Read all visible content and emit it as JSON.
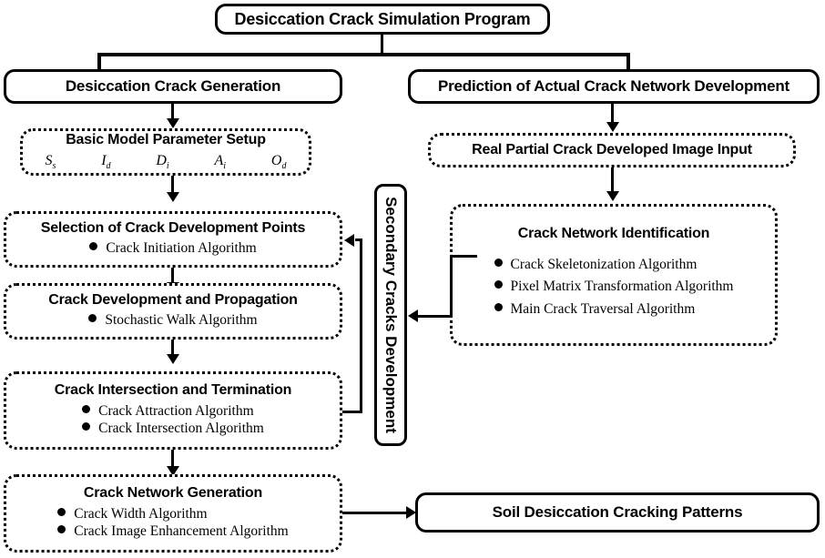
{
  "diagram": {
    "root": {
      "label": "Desiccation Crack Simulation Program"
    },
    "branches": {
      "left": {
        "label": "Desiccation Crack Generation"
      },
      "right": {
        "label": "Prediction of Actual Crack Network Development"
      }
    },
    "left_column": [
      {
        "id": "basic-model-parameter-setup",
        "heading": "Basic Model Parameter Setup",
        "params": [
          {
            "base": "S",
            "sub": "s"
          },
          {
            "base": "I",
            "sub": "d"
          },
          {
            "base": "D",
            "sub": "i"
          },
          {
            "base": "A",
            "sub": "i"
          },
          {
            "base": "O",
            "sub": "d"
          }
        ]
      },
      {
        "id": "selection-of-crack-development-points",
        "heading": "Selection of Crack Development Points",
        "items": [
          "Crack Initiation Algorithm"
        ]
      },
      {
        "id": "crack-development-and-propagation",
        "heading": "Crack Development and Propagation",
        "items": [
          "Stochastic Walk Algorithm"
        ]
      },
      {
        "id": "crack-intersection-and-termination",
        "heading": "Crack Intersection and Termination",
        "items": [
          "Crack Attraction Algorithm",
          "Crack Intersection Algorithm"
        ]
      },
      {
        "id": "crack-network-generation",
        "heading": "Crack Network Generation",
        "items": [
          "Crack Width Algorithm",
          "Crack Image Enhancement Algorithm"
        ]
      }
    ],
    "right_column": [
      {
        "id": "real-partial-crack-developed-image-input",
        "heading": "Real Partial Crack Developed Image Input"
      },
      {
        "id": "crack-network-identification",
        "heading": "Crack Network Identification",
        "items": [
          "Crack Skeletonization Algorithm",
          "Pixel Matrix Transformation Algorithm",
          "Main Crack Traversal Algorithm"
        ]
      }
    ],
    "secondary_bar": {
      "label": "Secondary Cracks Development"
    },
    "output": {
      "label": "Soil Desiccation Cracking Patterns"
    },
    "colors": {
      "line": "#000000",
      "background": "#ffffff"
    }
  }
}
